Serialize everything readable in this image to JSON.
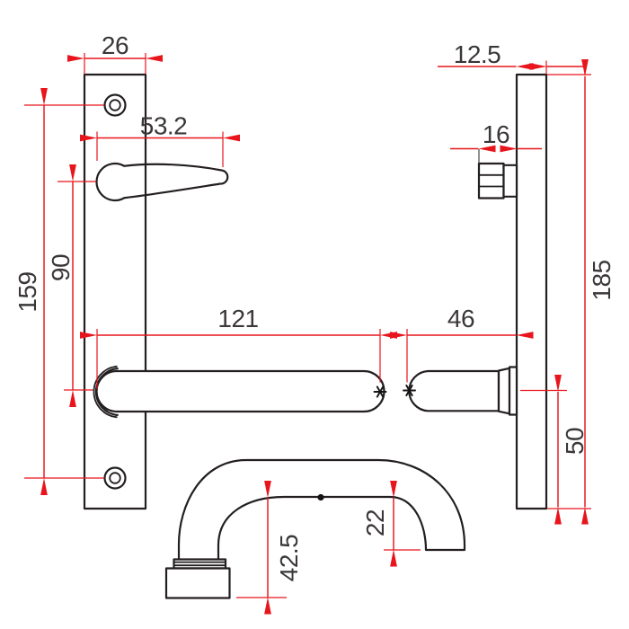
{
  "colors": {
    "object_line": "#231f20",
    "dimension_red": "#e8151c",
    "label_text": "#3b3738",
    "background": "#ffffff"
  },
  "dimensions": {
    "plate_width": {
      "label": "26"
    },
    "snib_length": {
      "label": "53.2"
    },
    "fixing_centres": {
      "label": "159"
    },
    "snib_to_lever": {
      "label": "90"
    },
    "lever_length": {
      "label": "121"
    },
    "plate_thickness": {
      "label": "12.5"
    },
    "snib_projection": {
      "label": "16"
    },
    "plate_height": {
      "label": "185"
    },
    "lever_projection": {
      "label": "46"
    },
    "lever_to_plate_bottom": {
      "label": "50"
    },
    "lever_reach": {
      "label": "42.5"
    },
    "lever_return": {
      "label": "22"
    }
  }
}
